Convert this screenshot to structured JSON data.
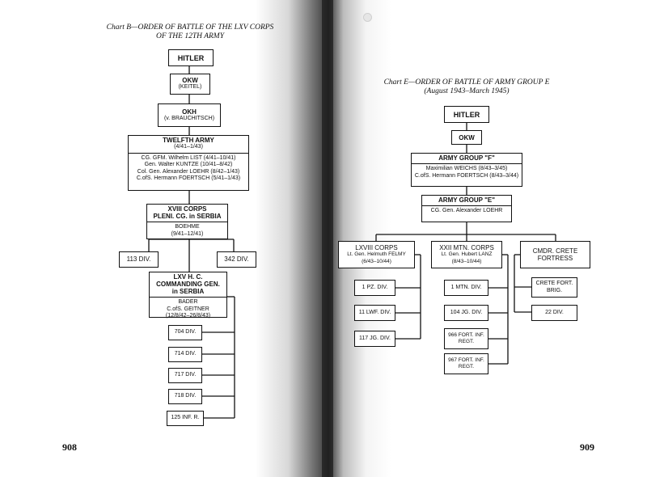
{
  "left": {
    "title_line1": "Chart B—ORDER OF BATTLE OF THE LXV CORPS",
    "title_line2": "OF THE 12TH ARMY",
    "hitler": "HITLER",
    "okw": "OKW",
    "okw_sub": "(KEITEL)",
    "okh": "OKH",
    "okh_sub": "(v. BRAUCHITSCH)",
    "twelfth": "TWELFTH ARMY",
    "twelfth_dates": "(4/41–1/43)",
    "twelfth_c1": "CG. GFM. Wilhelm LIST (4/41–10/41)",
    "twelfth_c2": "Gen. Walter KUNTZE (10/41–8/42)",
    "twelfth_c3": "Col. Gen. Alexander LOEHR (8/42–1/43)",
    "twelfth_c4": "C.ofS. Hermann FOERTSCH (5/41–1/43)",
    "xviii_1": "XVIII CORPS",
    "xviii_2": "PLENI. CG. in SERBIA",
    "xviii_c1": "BOEHME",
    "xviii_c2": "(9/41–12/41)",
    "div113": "113 DIV.",
    "div342": "342 DIV.",
    "lxv_1": "LXV H. C.",
    "lxv_2": "COMMANDING GEN.",
    "lxv_3": "in SERBIA",
    "lxv_c1": "BADER",
    "lxv_c2": "C.ofS. GEITNER",
    "lxv_c3": "(12/8/42–26/8/43)",
    "div704": "704 DIV.",
    "div714": "714 DIV.",
    "div717": "717 DIV.",
    "div718": "718 DIV.",
    "div125": "125 INF. R.",
    "page_number": "908"
  },
  "right": {
    "title_line1": "Chart E—ORDER OF BATTLE OF ARMY GROUP E",
    "title_line2": "(August 1943–March 1945)",
    "hitler": "HITLER",
    "okw": "OKW",
    "agf": "ARMY GROUP \"F\"",
    "agf_c1": "Maximilian WEICHS (8/43–3/45)",
    "agf_c2": "C.ofS. Hermann FOERTSCH (8/43–3/44)",
    "age": "ARMY GROUP \"E\"",
    "age_c1": "CG. Gen. Alexander LOEHR",
    "lxviii": "LXVIII CORPS",
    "lxviii_c1": "Lt. Gen. Helmuth FELMY",
    "lxviii_c2": "(6/43–10/44)",
    "xxii": "XXII MTN. CORPS",
    "xxii_c1": "Lt. Gen. Hubert LANZ",
    "xxii_c2": "(8/43–10/44)",
    "crete_1": "CMDR. CRETE",
    "crete_2": "FORTRESS",
    "pz1": "1 PZ. DIV.",
    "lwf11": "11 LWF. DIV.",
    "jg117": "117 JG. DIV.",
    "mtn1": "1 MTN. DIV.",
    "jg104": "104 JG. DIV.",
    "fort966_1": "966 FORT. INF.",
    "fort966_2": "REGT.",
    "fort967_1": "967 FORT. INF.",
    "fort967_2": "REGT.",
    "cfb_1": "CRETE FORT.",
    "cfb_2": "BRIG.",
    "div22": "22 DIV.",
    "page_number": "909"
  }
}
